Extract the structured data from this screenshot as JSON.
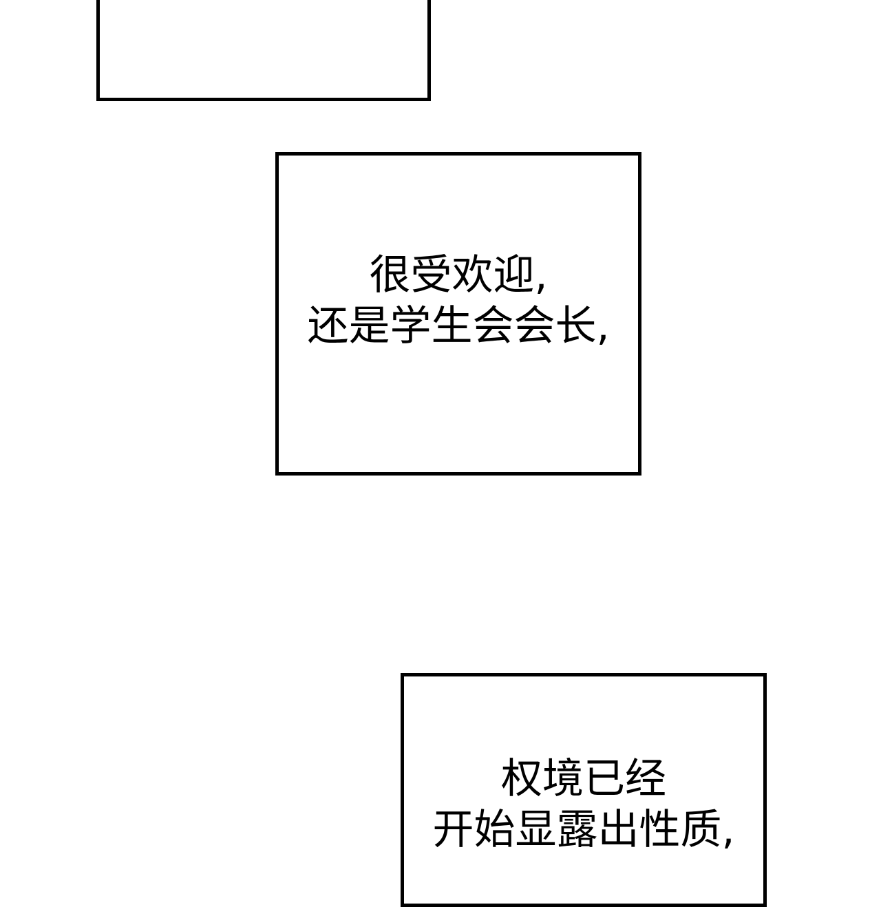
{
  "captions": [
    {
      "lines": []
    },
    {
      "lines": [
        "很受欢迎,",
        "还是学生会会长,"
      ]
    },
    {
      "lines": [
        "权境已经",
        "开始显露出性质,"
      ]
    }
  ],
  "colors": {
    "background": "#ffffff",
    "border": "#000000",
    "text": "#000000"
  }
}
